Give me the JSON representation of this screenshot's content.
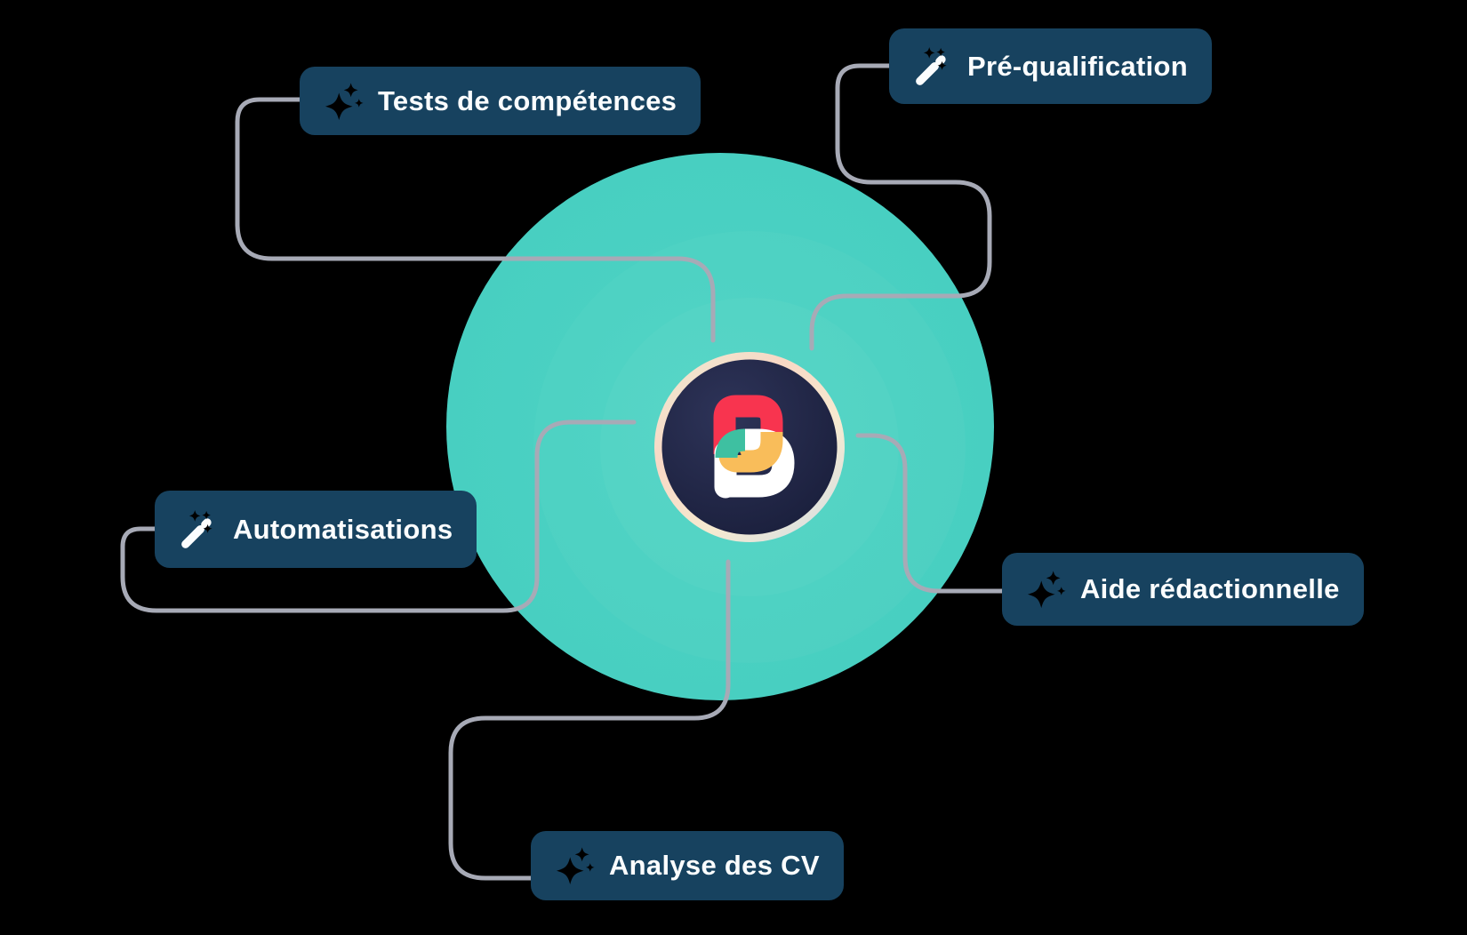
{
  "diagram": {
    "center_logo": {
      "name": "beetween-b-logo",
      "letter": "B"
    },
    "nodes": [
      {
        "id": "tests",
        "label": "Tests de compétences",
        "icon": "sparkles-icon"
      },
      {
        "id": "prequal",
        "label": "Pré-qualification",
        "icon": "wand-icon"
      },
      {
        "id": "automations",
        "label": "Automatisations",
        "icon": "wand-icon"
      },
      {
        "id": "aide",
        "label": "Aide rédactionnelle",
        "icon": "sparkles-icon"
      },
      {
        "id": "analyse",
        "label": "Analyse des CV",
        "icon": "sparkles-icon"
      }
    ],
    "colors": {
      "background": "#000000",
      "teal-circle": "#48cfc1",
      "teal-circle-center": "#4ed4c5",
      "box-navy": "#17425f",
      "label-text": "#fbfdfe",
      "connector-gray": "#a7aab6",
      "logo-navy": "#222747",
      "logo-red": "#f8344f",
      "logo-yellow": "#f9bd5a",
      "logo-green": "#3ec0a1",
      "logo-white": "#ffffff",
      "logo-ring-cream": "#f6ead0",
      "logo-ring-pink": "#f8d8c5"
    }
  }
}
